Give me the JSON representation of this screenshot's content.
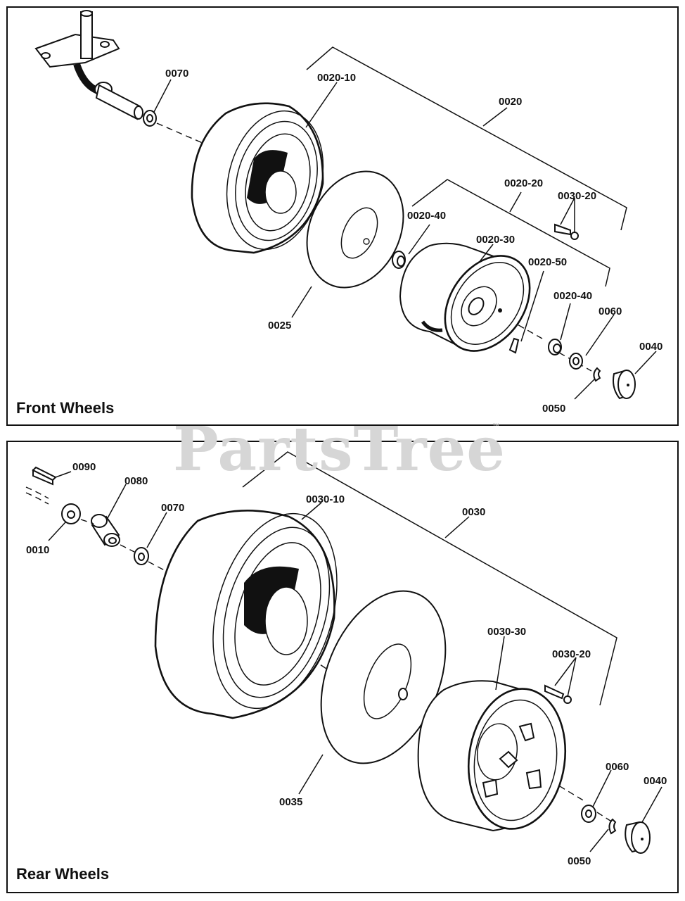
{
  "watermark": {
    "brand": "PartsTree",
    "tm": "™"
  },
  "front": {
    "title": "Front Wheels",
    "callouts": {
      "c0070": "0070",
      "c0020_10": "0020-10",
      "c0020": "0020",
      "c0020_20": "0020-20",
      "c0030_20": "0030-20",
      "c0020_40a": "0020-40",
      "c0020_30": "0020-30",
      "c0020_50": "0020-50",
      "c0020_40b": "0020-40",
      "c0060": "0060",
      "c0040": "0040",
      "c0025": "0025",
      "c0050": "0050"
    }
  },
  "rear": {
    "title": "Rear Wheels",
    "callouts": {
      "c0090": "0090",
      "c0080": "0080",
      "c0070": "0070",
      "c0010": "0010",
      "c0030_10": "0030-10",
      "c0030": "0030",
      "c0030_30": "0030-30",
      "c0030_20": "0030-20",
      "c0060": "0060",
      "c0040": "0040",
      "c0035": "0035",
      "c0050": "0050"
    }
  }
}
